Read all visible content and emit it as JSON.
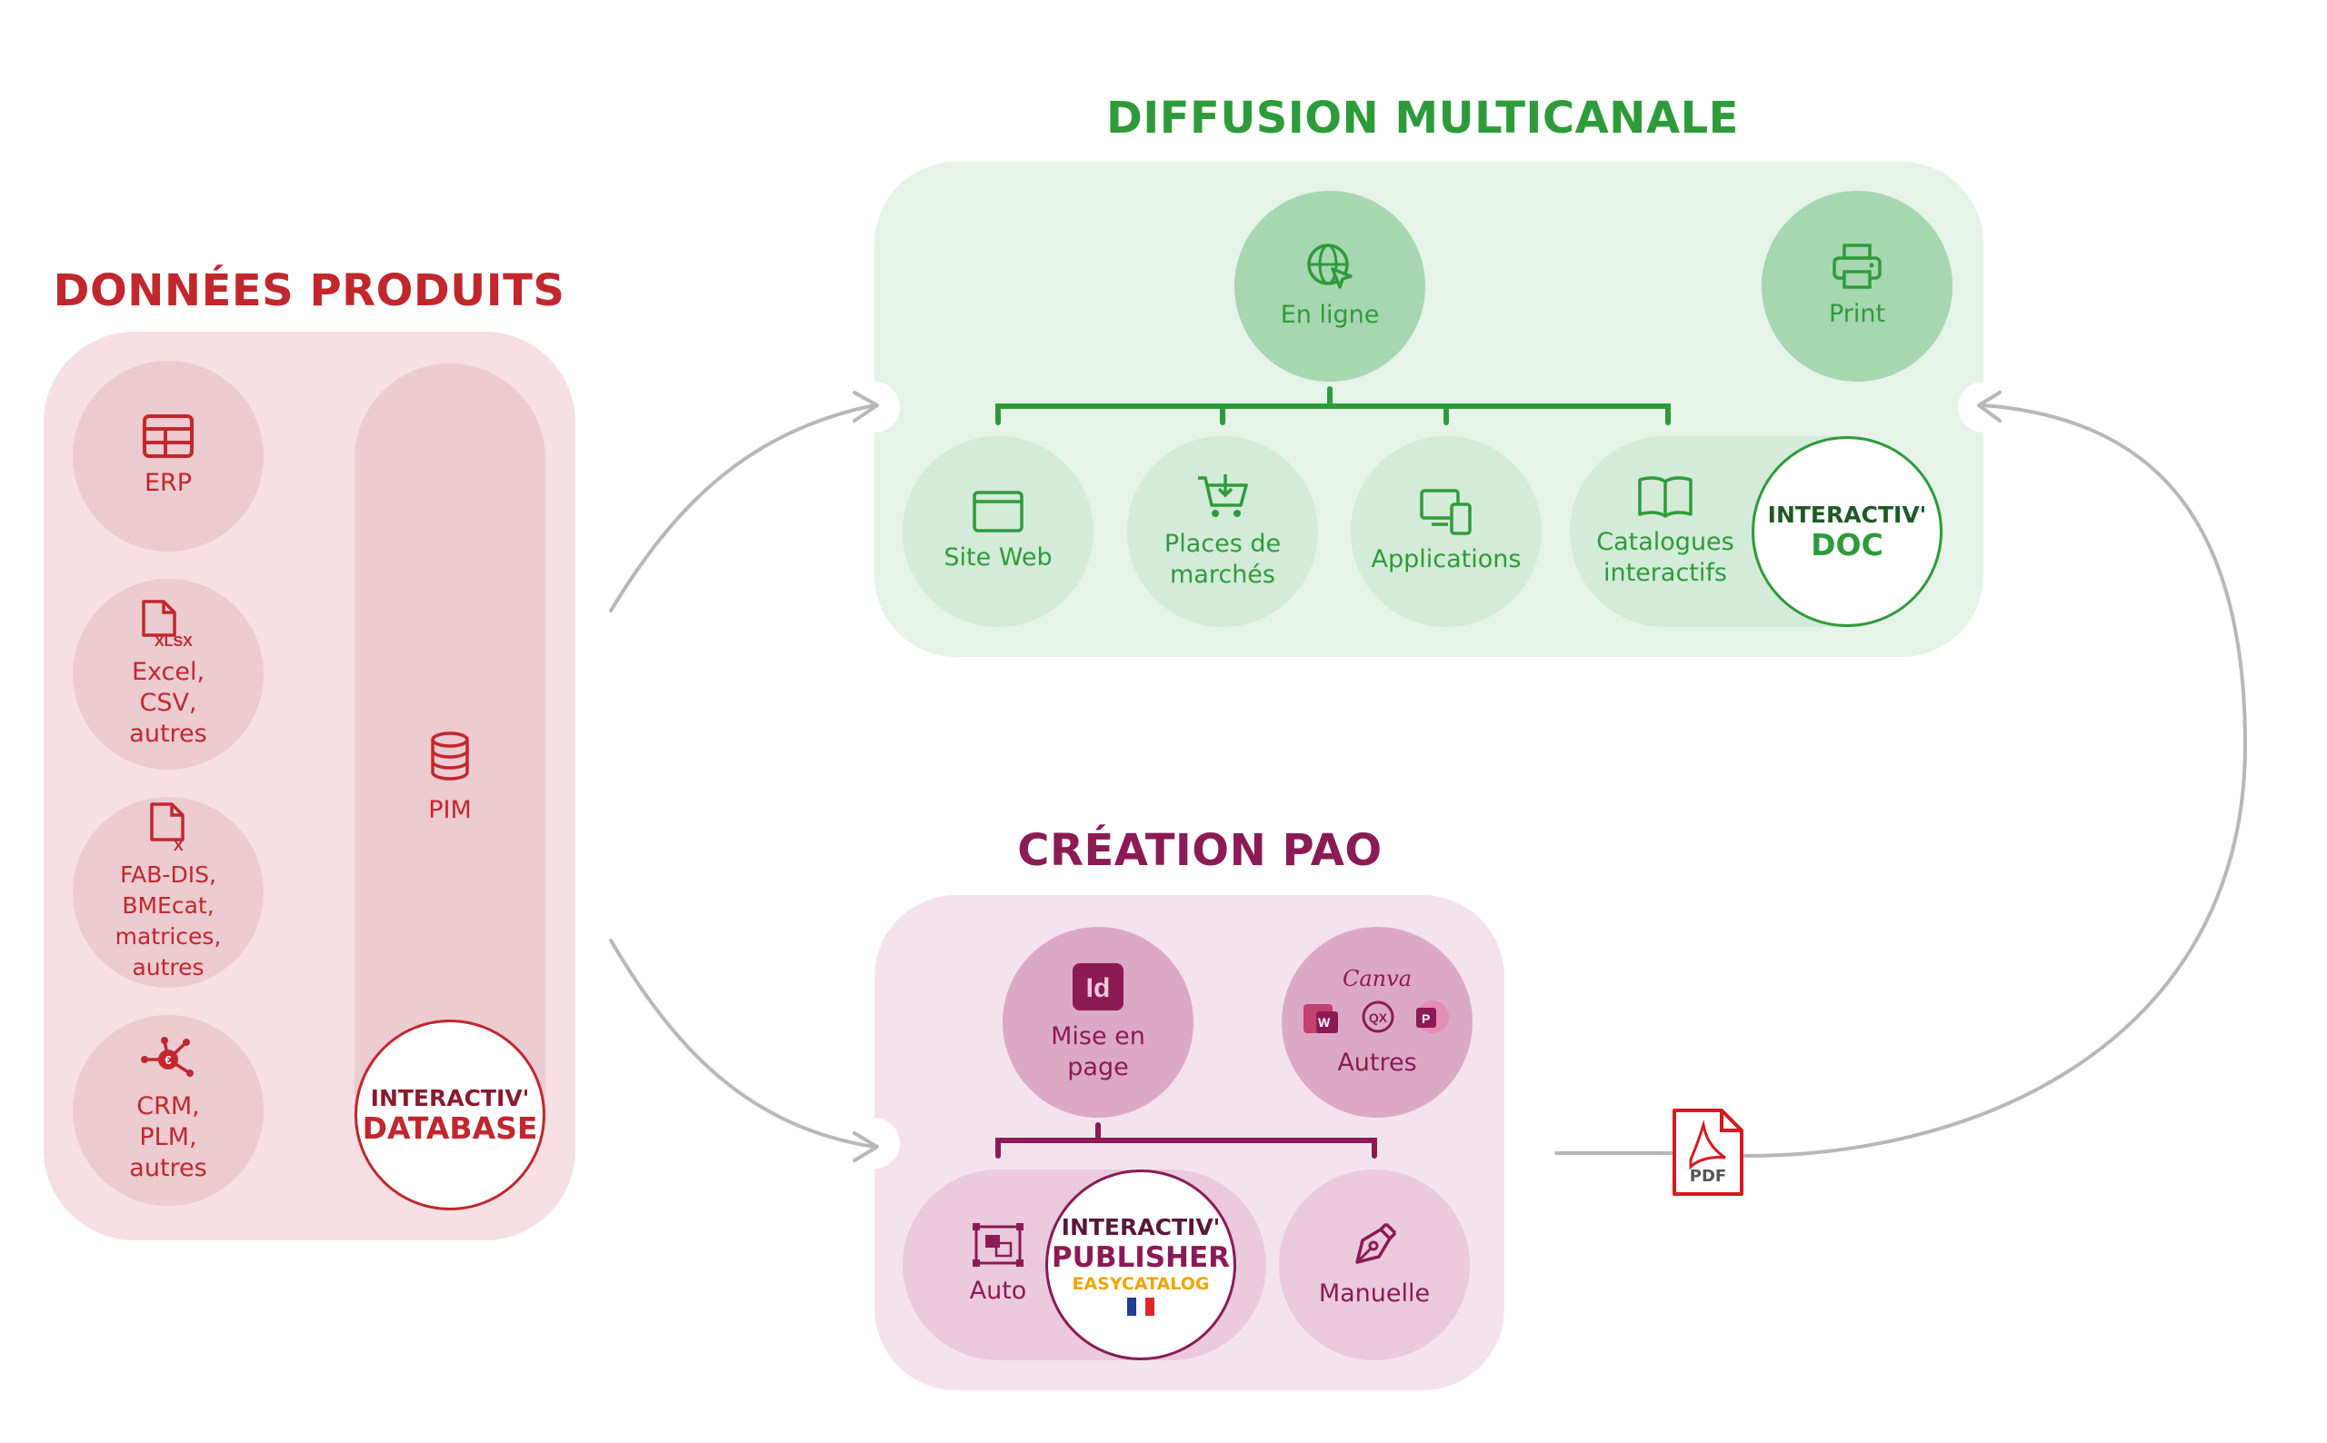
{
  "titles": {
    "donnees": "DONNÉES PRODUITS",
    "diffusion": "DIFFUSION MULTICANALE",
    "creation": "CRÉATION PAO"
  },
  "sources": [
    {
      "label": "ERP",
      "icon": "table-icon"
    },
    {
      "label": "Excel,\nCSV,\nautres",
      "icon": "xlsx-file-icon",
      "icon_text": "XLSX"
    },
    {
      "label": "FAB-DIS, BMEcat,\nmatrices,\nautres",
      "icon": "x-file-icon",
      "icon_text": "X"
    },
    {
      "label": "CRM,\nPLM,\nautres",
      "icon": "network-euro-icon",
      "icon_text": "€"
    }
  ],
  "pim": {
    "label": "PIM",
    "icon": "database-icon"
  },
  "database_brand": {
    "line1": "INTERACTIV'",
    "line2": "DATABASE"
  },
  "diffusion": {
    "en_ligne": "En ligne",
    "print": "Print",
    "channels": [
      {
        "label": "Site Web",
        "icon": "browser-window-icon"
      },
      {
        "label": "Places de\nmarchés",
        "icon": "cart-icon"
      },
      {
        "label": "Applications",
        "icon": "devices-icon"
      },
      {
        "label": "Catalogues\ninteractifs",
        "icon": "book-icon"
      }
    ],
    "brand": {
      "line1": "INTERACTIV'",
      "line2": "DOC"
    }
  },
  "creation": {
    "mise_en_page": "Mise en\npage",
    "indesign_glyph": "Id",
    "autres": "Autres",
    "canva": "Canva",
    "app_glyphs": [
      "W",
      "QX",
      "P"
    ],
    "auto": "Auto",
    "manuelle": "Manuelle",
    "brand": {
      "line1": "INTERACTIV'",
      "line2": "PUBLISHER",
      "line3": "EASYCATALOG"
    }
  },
  "pdf_label": "PDF",
  "colors": {
    "red": "#c1272d",
    "green": "#2e9b3a",
    "plum": "#8b1a55",
    "easycatalog_yellow": "#f0a500",
    "pdf_red": "#d7191f"
  }
}
